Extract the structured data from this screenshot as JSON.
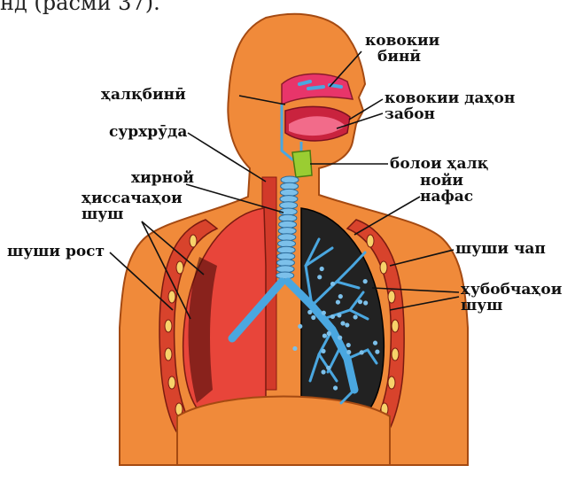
{
  "caption_fragment": "нд (расми 37).",
  "labels": {
    "nasal_cavity": [
      "ковокии",
      "бинӣ"
    ],
    "nasopharynx": "ҳалқбинӣ",
    "oral_cavity": "ковокии даҳон",
    "tongue": "забон",
    "esophagus": "сурхрӯда",
    "larynx_top": "болои ҳалқ",
    "larynx": "хирной",
    "trachea": [
      "нойи",
      "нафас"
    ],
    "lung_lobes": [
      "ҳиссачаҳои",
      "шуш"
    ],
    "right_lung": "шуши рост",
    "left_lung": "шуши чап",
    "alveoli": [
      "ҳубобчаҳои",
      "шуш"
    ]
  },
  "colors": {
    "body": "#f08a3a",
    "body_outline": "#a54a12",
    "lung_right": "#e8453a",
    "lung_left": "#222222",
    "bronchi": "#4aa7e0",
    "mouth": "#e8356a",
    "larynx": "#9acd32",
    "rib_band": "#d8432c",
    "leader": "#111111"
  }
}
